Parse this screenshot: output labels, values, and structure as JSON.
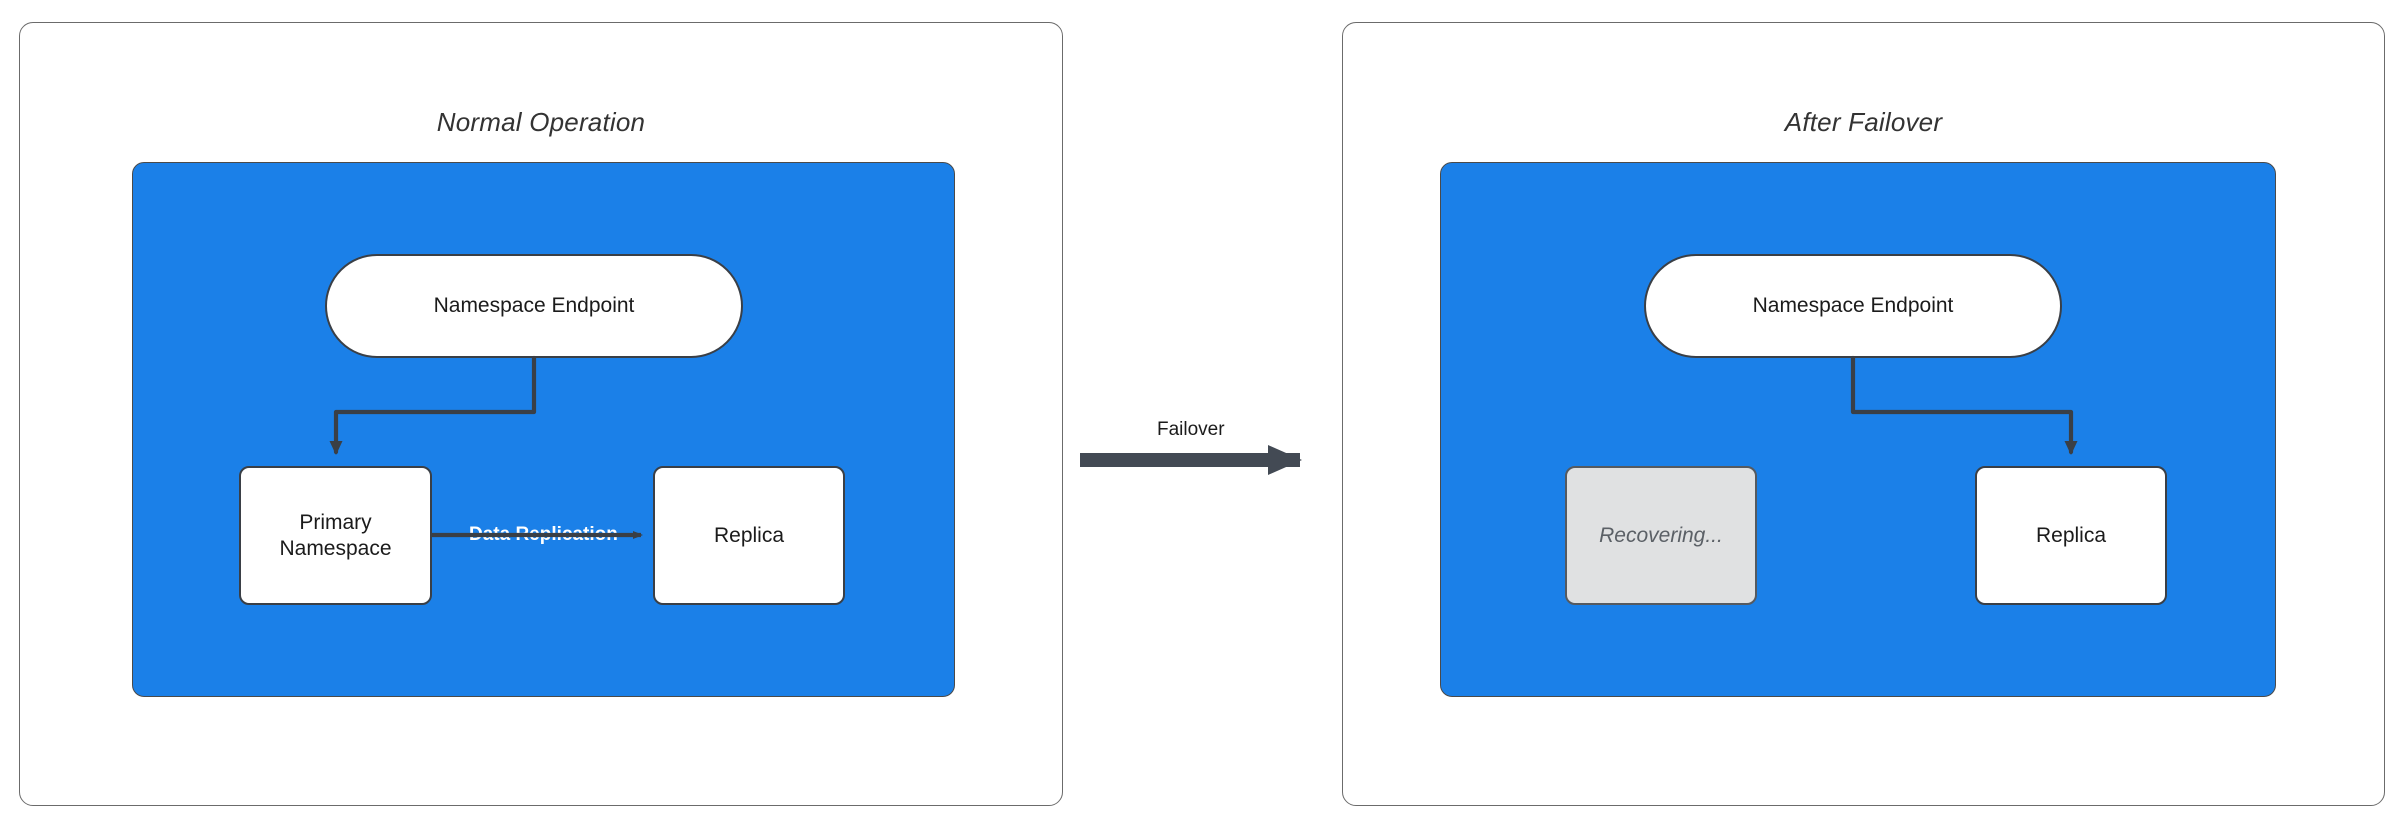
{
  "diagram": {
    "title": "",
    "colors": {
      "zone_blue": "#1b80e8",
      "panel_border": "#6b6b6b",
      "node_border": "#3a3f46",
      "node_fill": "#ffffff",
      "dimmed_fill": "#e0e1e2",
      "dimmed_text": "#5b6066",
      "connector": "#3a3f46",
      "replication_label": "#ffffff"
    },
    "panels": [
      {
        "id": "normal-operation",
        "title": "Normal Operation",
        "zone": {
          "label": "",
          "nodes": [
            {
              "id": "endpoint",
              "label": "Namespace Endpoint",
              "shape": "pill",
              "state": "active"
            },
            {
              "id": "primary",
              "label": "Primary\nNamespace",
              "label_line1": "Primary",
              "label_line2": "Namespace",
              "shape": "rect",
              "state": "active"
            },
            {
              "id": "replica",
              "label": "Replica",
              "shape": "rect",
              "state": "active"
            }
          ],
          "edges": [
            {
              "from": "endpoint",
              "to": "primary",
              "label": "",
              "style": "elbow-arrow"
            },
            {
              "from": "primary",
              "to": "replica",
              "label": "Data Replication",
              "style": "straight-arrow"
            }
          ]
        }
      },
      {
        "id": "after-failover",
        "title": "After Failover",
        "zone": {
          "label": "",
          "nodes": [
            {
              "id": "endpoint",
              "label": "Namespace Endpoint",
              "shape": "pill",
              "state": "active"
            },
            {
              "id": "recovering",
              "label": "Recovering...",
              "shape": "rect",
              "state": "dimmed"
            },
            {
              "id": "replica",
              "label": "Replica",
              "shape": "rect",
              "state": "active"
            }
          ],
          "edges": [
            {
              "from": "endpoint",
              "to": "replica",
              "label": "",
              "style": "elbow-arrow"
            }
          ]
        }
      }
    ],
    "transition": {
      "label": "Failover",
      "direction": "left-to-right"
    }
  }
}
